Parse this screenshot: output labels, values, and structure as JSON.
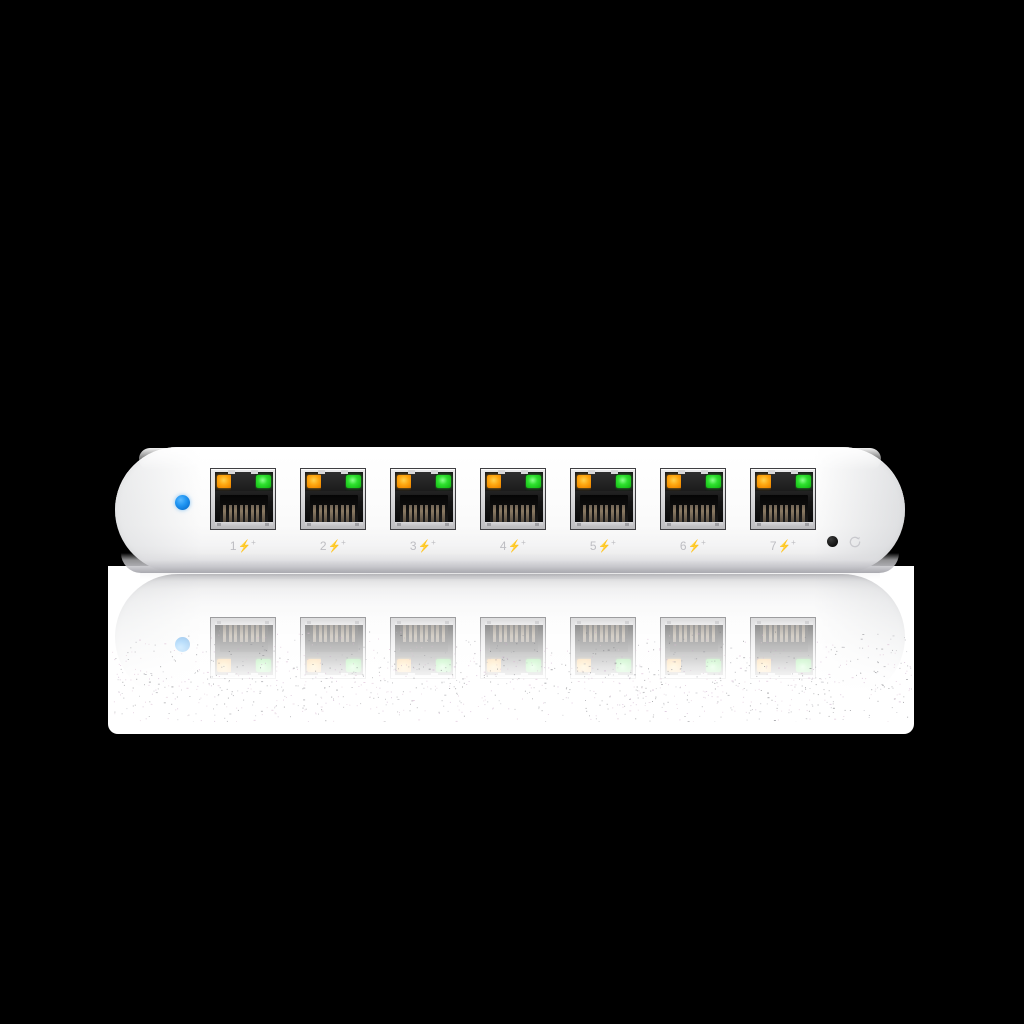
{
  "product": {
    "type": "network-switch",
    "form_factor": "desktop rounded-rectangle chassis",
    "body_color": "#ffffff",
    "background_color": "#000000",
    "plate_color": "#ffffff",
    "port_count": 7
  },
  "status_led": {
    "name": "system-status-led",
    "color": "#2196f3",
    "state": "on"
  },
  "ports": [
    {
      "number": "1",
      "bolt": "⚡",
      "plus": "+",
      "label": "1⚡+",
      "poe": "PoE+",
      "link_led_color": "#2ee02e",
      "activity_led_color": "#ffa710"
    },
    {
      "number": "2",
      "bolt": "⚡",
      "plus": "+",
      "label": "2⚡+",
      "poe": "PoE+",
      "link_led_color": "#2ee02e",
      "activity_led_color": "#ffa710"
    },
    {
      "number": "3",
      "bolt": "⚡",
      "plus": "+",
      "label": "3⚡+",
      "poe": "PoE+",
      "link_led_color": "#2ee02e",
      "activity_led_color": "#ffa710"
    },
    {
      "number": "4",
      "bolt": "⚡",
      "plus": "+",
      "label": "4⚡+",
      "poe": "PoE+",
      "link_led_color": "#2ee02e",
      "activity_led_color": "#ffa710"
    },
    {
      "number": "5",
      "bolt": "⚡",
      "plus": "+",
      "label": "5⚡+",
      "poe": "PoE+",
      "link_led_color": "#2ee02e",
      "activity_led_color": "#ffa710"
    },
    {
      "number": "6",
      "bolt": "⚡",
      "plus": "+",
      "label": "6⚡+",
      "poe": "PoE+",
      "link_led_color": "#2ee02e",
      "activity_led_color": "#ffa710"
    },
    {
      "number": "7",
      "bolt": "⚡",
      "plus": "+",
      "label": "7⚡+",
      "poe": "PoE+",
      "link_led_color": "#2ee02e",
      "activity_led_color": "#ffa710"
    }
  ],
  "reset": {
    "button_name": "reset-button",
    "button_color": "#111111",
    "icon_name": "reset-circular-arrow-icon",
    "icon_color": "#c9c9ce"
  },
  "label_style": {
    "text_color": "#bdbdc2"
  }
}
